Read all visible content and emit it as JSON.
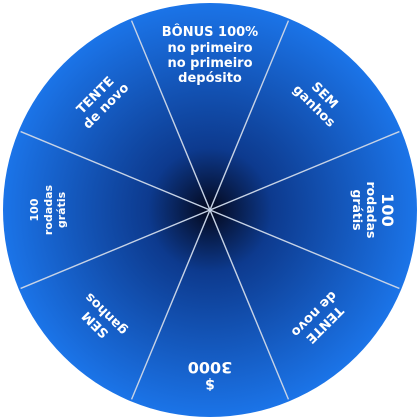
{
  "wheel": {
    "colors": {
      "center": "#04081c",
      "mid": "#0d3a8e",
      "outer": "#1b74e8",
      "divider": "#c7d3e6"
    },
    "segments": [
      {
        "lines": [
          "BÔNUS 100%",
          "no primeiro",
          "no primeiro",
          "depósito"
        ]
      },
      {
        "lines": [
          "SEM",
          "ganhos"
        ]
      },
      {
        "lines": [
          "100",
          "rodadas",
          "grátis"
        ]
      },
      {
        "lines": [
          "TENTE",
          "de novo"
        ]
      },
      {
        "lines": [
          "$",
          "3000"
        ]
      },
      {
        "lines": [
          "SEM",
          "ganhos"
        ]
      },
      {
        "lines": [
          "100",
          "rodadas",
          "grátis"
        ]
      },
      {
        "lines": [
          "TENTE",
          "de novo"
        ]
      }
    ]
  }
}
